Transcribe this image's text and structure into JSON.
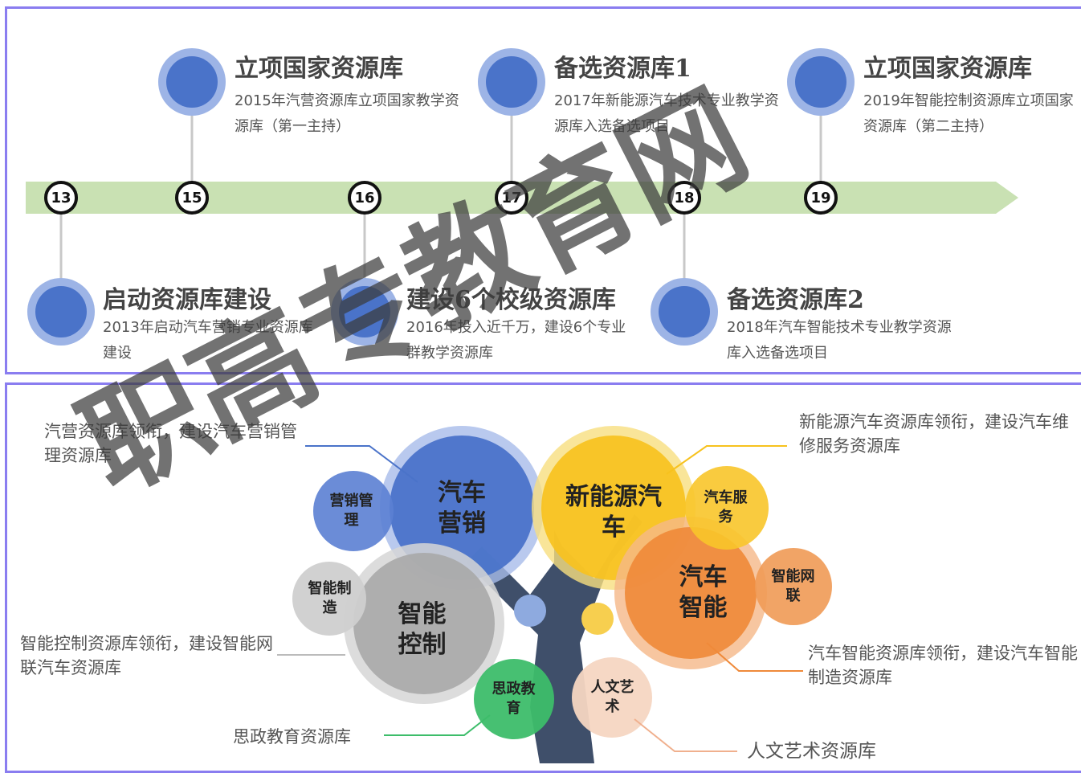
{
  "timeline": {
    "nodes": [
      "13",
      "15",
      "16",
      "17",
      "18",
      "19"
    ],
    "top_events": [
      {
        "title": "立项国家资源库",
        "desc": "2015年汽营资源库立项国家教学资源库（第一主持）"
      },
      {
        "title": "备选资源库1",
        "desc": "2017年新能源汽车技术专业教学资源库入选备选项目"
      },
      {
        "title": "立项国家资源库",
        "desc": "2019年智能控制资源库立项国家资源库（第二主持）"
      }
    ],
    "bottom_events": [
      {
        "title": "启动资源库建设",
        "desc": "2013年启动汽车营销专业资源库建设"
      },
      {
        "title": "建设6个校级资源库",
        "desc": "2016年投入近千万，建设6个专业群教学资源库"
      },
      {
        "title": "备选资源库2",
        "desc": "2018年汽车智能技术专业教学资源库入选备选项目"
      }
    ]
  },
  "tree": {
    "big": [
      {
        "label": "汽车营销",
        "color": "#4a73c9"
      },
      {
        "label": "新能源汽车",
        "color": "#f7c21e"
      },
      {
        "label": "汽车智能",
        "color": "#ef8a3a"
      },
      {
        "label": "智能控制",
        "color": "#a9a9a9"
      }
    ],
    "small": [
      {
        "label": "营销管理",
        "color": "#5b80d3"
      },
      {
        "label": "汽车服务",
        "color": "#f8c52a"
      },
      {
        "label": "智能网联",
        "color": "#f09a55"
      },
      {
        "label": "智能制造",
        "color": "#cfcfcf"
      },
      {
        "label": "思政教育",
        "color": "#3dbd6a"
      },
      {
        "label": "人文艺术",
        "color": "#f6d6c2"
      }
    ],
    "notes": [
      "汽营资源库领衔，建设汽车营销管理资源库",
      "新能源汽车资源库领衔，建设汽车维修服务资源库",
      "智能控制资源库领衔，建设智能网联汽车资源库",
      "汽车智能资源库领衔，建设汽车智能制造资源库",
      "思政教育资源库",
      "人文艺术资源库"
    ]
  },
  "watermark": "职高专教育网"
}
